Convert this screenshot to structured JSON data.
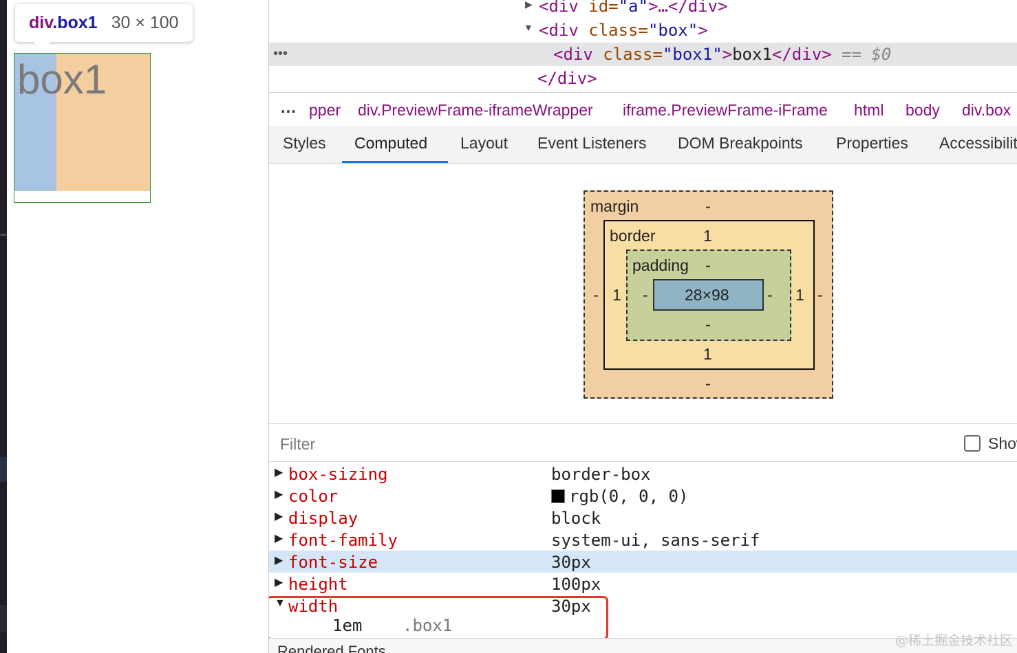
{
  "preview": {
    "tooltip": {
      "tag": "div",
      "class_part": ".box1",
      "dims": "30 × 100"
    },
    "box_text": "box1"
  },
  "dom_tree": {
    "line1": {
      "open": "<div",
      "attr": " id=",
      "val": "\"a\"",
      "close": ">…</div>"
    },
    "line2": {
      "open": "<div",
      "attr": " class=",
      "val": "\"box\"",
      "close": ">"
    },
    "selected": {
      "open": "<div",
      "attr": " class=",
      "val": "\"box1\"",
      "mid": ">",
      "text": "box1",
      "close": "</div>",
      "ref": " == $0"
    },
    "line4": {
      "close": "</div>"
    },
    "ellipsis": "•••"
  },
  "breadcrumb": {
    "dots": "…",
    "items": [
      "pper",
      "div.PreviewFrame-iframeWrapper",
      "iframe.PreviewFrame-iFrame",
      "html",
      "body",
      "div.box"
    ]
  },
  "tabs": [
    "Styles",
    "Computed",
    "Layout",
    "Event Listeners",
    "DOM Breakpoints",
    "Properties",
    "Accessibility"
  ],
  "active_tab": "Computed",
  "box_model": {
    "margin_label": "margin",
    "margin": {
      "top": "-",
      "right": "-",
      "bottom": "-",
      "left": "-"
    },
    "border_label": "border",
    "border": {
      "top": "1",
      "right": "1",
      "bottom": "1",
      "left": "1"
    },
    "padding_label": "padding",
    "padding": {
      "top": "-",
      "right": "-",
      "bottom": "-",
      "left": "-"
    },
    "content": "28×98"
  },
  "filter": {
    "placeholder": "Filter",
    "show_all": "Show all"
  },
  "properties": [
    {
      "name": "box-sizing",
      "value": "border-box"
    },
    {
      "name": "color",
      "value": "rgb(0, 0, 0)",
      "swatch": "#000000"
    },
    {
      "name": "display",
      "value": "block"
    },
    {
      "name": "font-family",
      "value": "system-ui, sans-serif"
    },
    {
      "name": "font-size",
      "value": "30px"
    },
    {
      "name": "height",
      "value": "100px"
    },
    {
      "name": "width",
      "value": "30px"
    }
  ],
  "width_trace": {
    "value": "1em",
    "selector": ".box1"
  },
  "rendered_fonts": "Rendered Fonts",
  "watermark": "@稀土掘金技术社区",
  "colors": {
    "accent": "#1a73e8",
    "highlight_outline": "#e0392b",
    "property_name": "#c80000"
  }
}
